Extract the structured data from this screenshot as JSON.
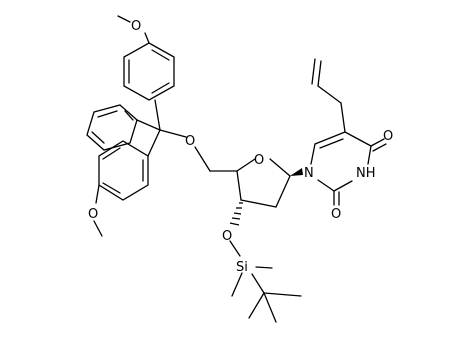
{
  "atoms": {
    "o_methoxy_top": "O",
    "o_methoxy_left": "O",
    "o_trityl": "O",
    "o_ring": "O",
    "o_silyl": "O",
    "si": "Si",
    "n1": "N",
    "nh": "NH",
    "o_c2": "O",
    "o_c4": "O"
  }
}
